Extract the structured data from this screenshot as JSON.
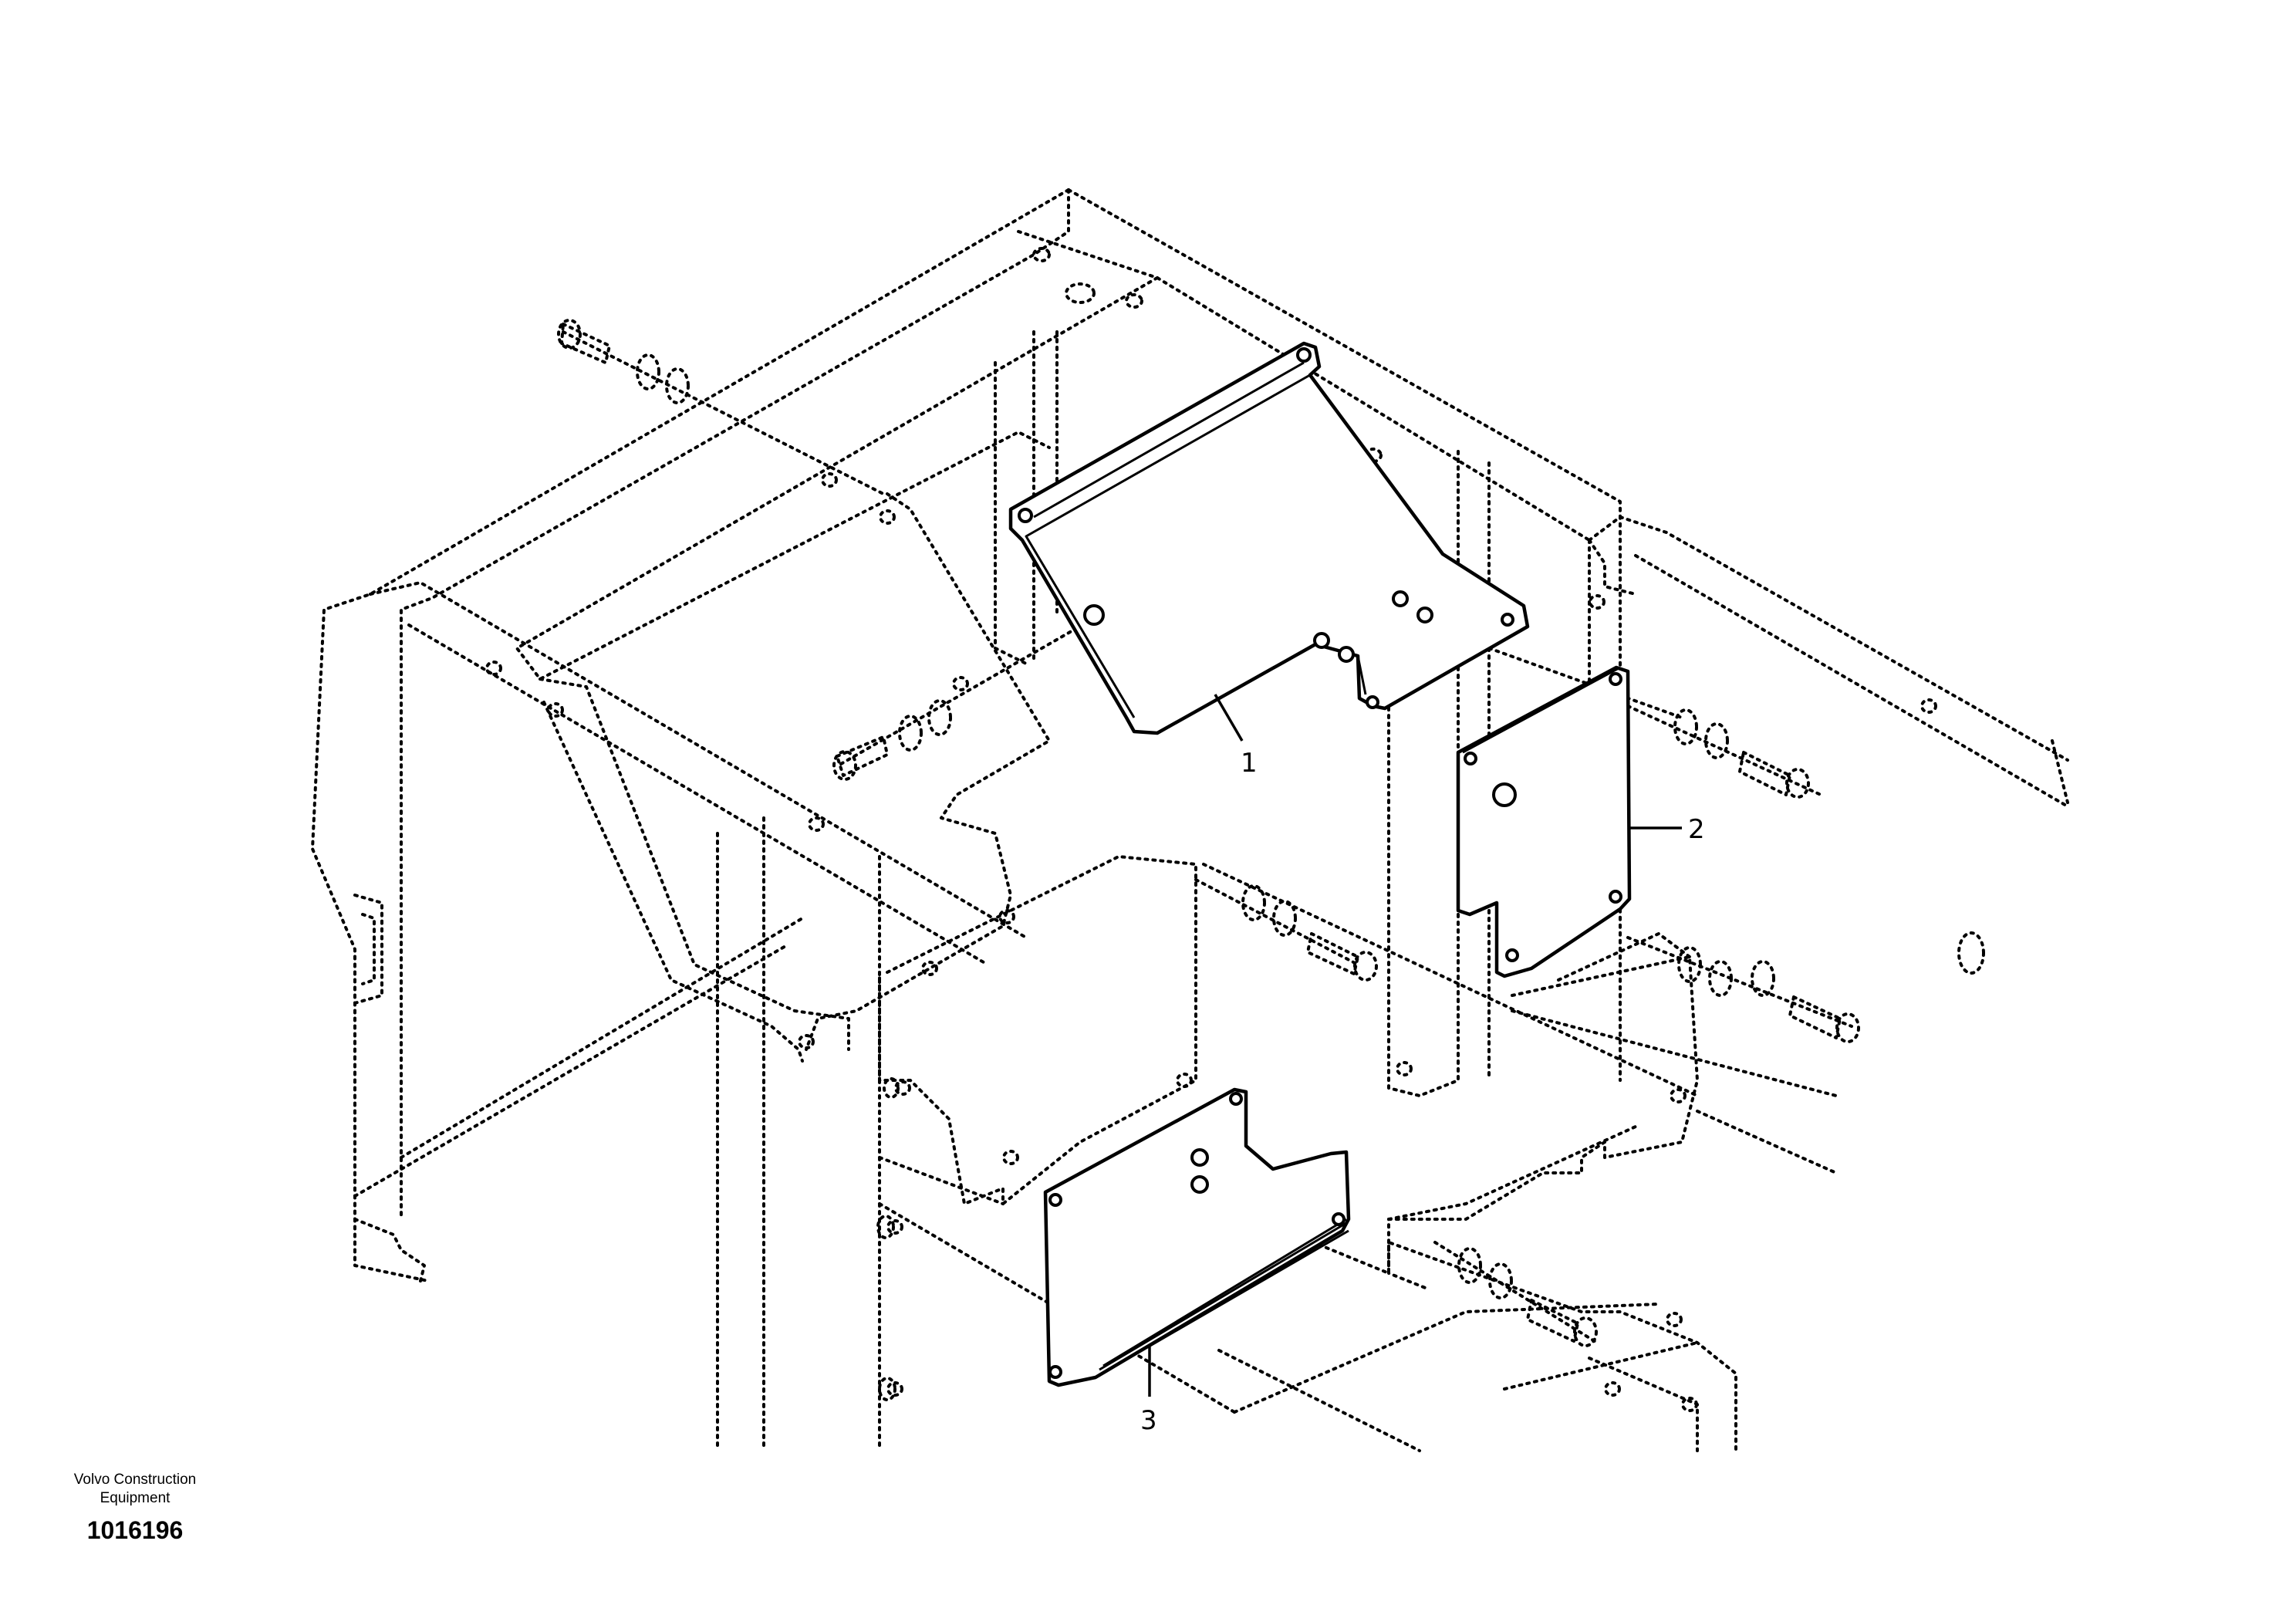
{
  "diagram": {
    "callouts": [
      {
        "id": 1,
        "label": "1"
      },
      {
        "id": 2,
        "label": "2"
      },
      {
        "id": 3,
        "label": "3"
      }
    ]
  },
  "footer": {
    "company": "Volvo Construction Equipment",
    "figure_number": "1016196"
  }
}
